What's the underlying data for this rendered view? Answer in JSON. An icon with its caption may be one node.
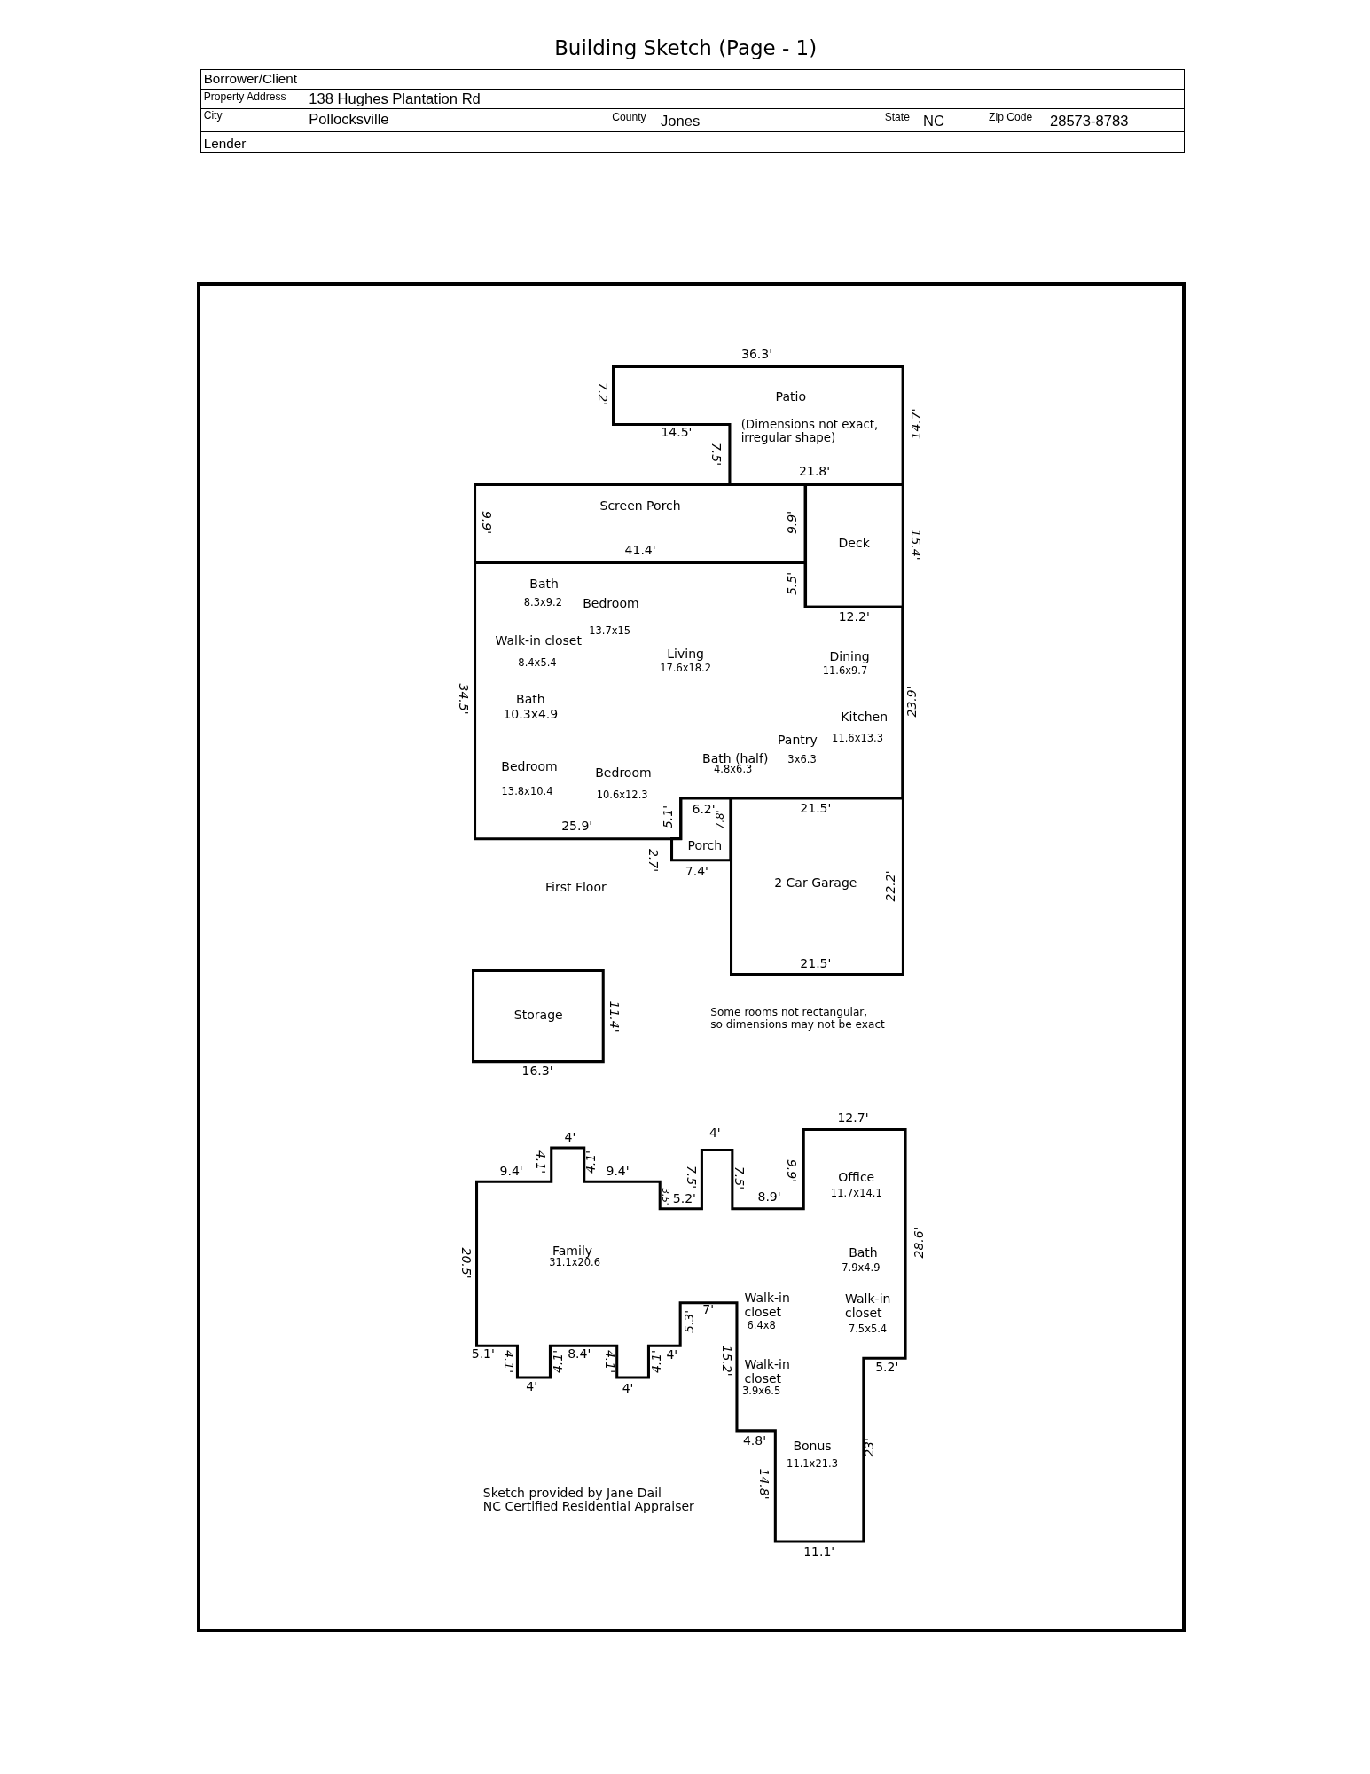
{
  "diagram": {
    "title": "Building Sketch (Page - 1)",
    "nodes": [
      {
        "text": [
          "Patio",
          "(Dimensions not exact, irregular shape)"
        ]
      },
      {
        "text": [
          "Screen Porch"
        ]
      },
      {
        "text": [
          "Deck"
        ]
      },
      {
        "text": [
          "Bath",
          "8.3x9.2",
          "Bedroom",
          "13.7x15",
          "Walk-in closet",
          "8.4x5.4",
          "Living",
          "17.6x18.2",
          "Dining",
          "11.6x9.7",
          "Bath",
          "10.3x4.9",
          "Kitchen",
          "11.6x13.3",
          "Pantry",
          "3x6.3",
          "Bath (half)",
          "4.8x6.3",
          "Bedroom",
          "13.8x10.4",
          "Bedroom",
          "10.6x12.3"
        ]
      },
      {
        "text": [
          "Porch"
        ]
      },
      {
        "text": [
          "2 Car Garage"
        ]
      },
      {
        "text": [
          "Storage"
        ]
      },
      {
        "text": [
          "Office",
          "11.7x14.1",
          "Family",
          "31.1x20.6",
          "Bath",
          "7.9x4.9",
          "Walk-in closet",
          "6.4x8",
          "Walk-in closet",
          "7.5x5.4",
          "Walk-in closet",
          "3.9x6.5",
          "Bonus",
          "11.1x21.3"
        ]
      }
    ],
    "labels": [
      "Borrower/Client",
      "Property Address",
      "138 Hughes Plantation Rd",
      "City",
      "Pollocksville",
      "County",
      "Jones",
      "State",
      "NC",
      "Zip Code",
      "28573-8783",
      "Lender",
      "36.3'",
      "7.2'",
      "14.5'",
      "14.7'",
      "7.5'",
      "21.8'",
      "9.9'",
      "9.9'",
      "15.4'",
      "41.4'",
      "5.5'",
      "12.2'",
      "34.5'",
      "23.9'",
      "5.1'",
      "6.2'",
      "7.8'",
      "21.5'",
      "25.9'",
      "2.7'",
      "7.4'",
      "22.2'",
      "First Floor",
      "21.5'",
      "11.4'",
      "Some rooms not rectangular,",
      "so dimensions may not be exact",
      "16.3'",
      "12.7'",
      "4'",
      "4'",
      "9.4'",
      "4.1'",
      "4.1'",
      "9.4'",
      "7.5'",
      "3.5'",
      "5.2'",
      "7.5'",
      "9.9'",
      "8.9'",
      "28.6'",
      "20.5'",
      "7'",
      "5.3'",
      "5.1'",
      "4.1'",
      "4.1'",
      "8.4'",
      "4.1'",
      "4.1'",
      "4'",
      "4'",
      "4'",
      "15.2'",
      "5.2'",
      "4.8'",
      "23'",
      "14.8'",
      "11.1'",
      "Sketch provided by Jane Dail",
      "NC Certified Residential Appraiser"
    ]
  }
}
